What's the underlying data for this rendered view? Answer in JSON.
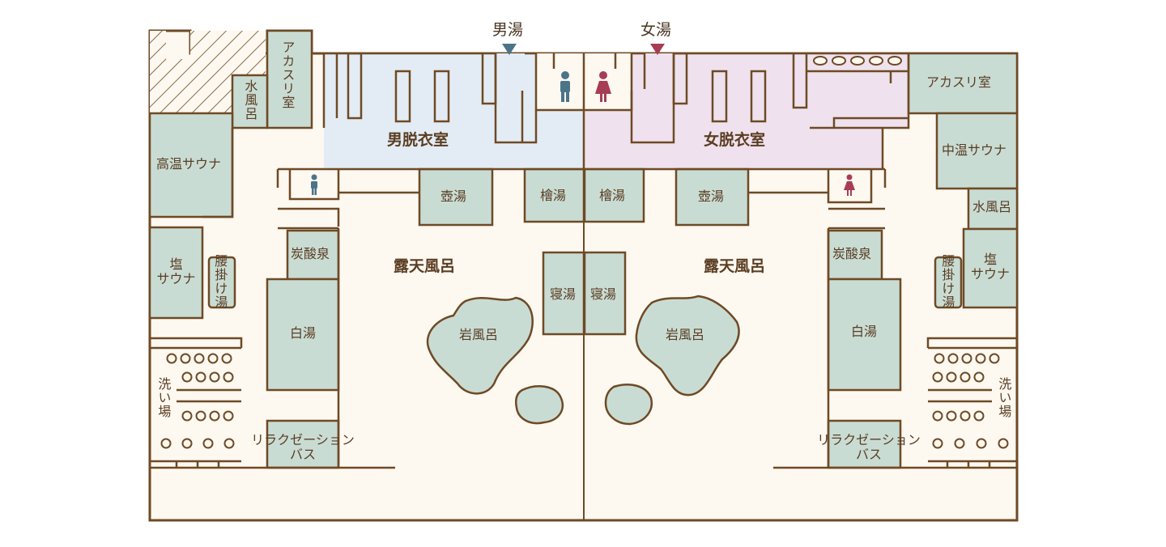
{
  "entrances": {
    "men": "男湯",
    "women": "女湯"
  },
  "changing_rooms": {
    "men": "男脱衣室",
    "women": "女脱衣室"
  },
  "men_side": {
    "akasuri": "アカスリ室",
    "water_bath": "水風呂",
    "high_sauna": "高温サウナ",
    "salt_sauna": "塩\nサウナ",
    "sitting_bath": "腰掛け湯",
    "washing_area": "洗い場",
    "carbonated": "炭酸泉",
    "white_bath": "白湯",
    "relaxation": "リラクゼーション\nバス",
    "tsubo": "壺湯",
    "hinoki": "檜湯",
    "neyu": "寝湯",
    "rock_bath": "岩風呂",
    "outdoor": "露天風呂"
  },
  "women_side": {
    "akasuri": "アカスリ室",
    "mid_sauna": "中温サウナ",
    "water_bath": "水風呂",
    "salt_sauna": "塩\nサウナ",
    "sitting_bath": "腰掛け湯",
    "washing_area": "洗い場",
    "carbonated": "炭酸泉",
    "white_bath": "白湯",
    "relaxation": "リラクゼーション\nバス",
    "tsubo": "壺湯",
    "hinoki": "檜湯",
    "neyu": "寝湯",
    "rock_bath": "岩風呂",
    "outdoor": "露天風呂"
  },
  "colors": {
    "wall": "#6e4a25",
    "floor": "#fdf8f0",
    "pool": "#c9dcd4",
    "men_area": "#e3ecf4",
    "women_area": "#efe2ee",
    "men_icon": "#4b7489",
    "women_icon": "#a63d55",
    "text": "#5a3d22"
  },
  "icons": [
    "men-toilet-icon",
    "women-toilet-icon",
    "entrance-arrow-icon"
  ]
}
